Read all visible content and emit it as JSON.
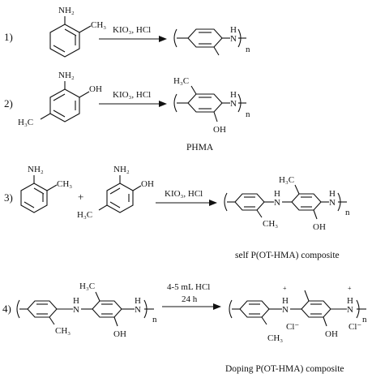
{
  "reactions": [
    {
      "number": "1)",
      "conditions": "KIO₃, HCl",
      "reactant_a": {
        "nh2": "NH₂",
        "ch3": "CH₃"
      },
      "product": {
        "nh": "H",
        "n": "n"
      }
    },
    {
      "number": "2)",
      "conditions": "KIO₃, HCl",
      "reactant_a": {
        "nh2": "NH₂",
        "oh": "OH",
        "h3c": "H₃C"
      },
      "product": {
        "h3c": "H₃C",
        "nh": "H",
        "oh": "OH",
        "n": "n",
        "caption": "PHMA"
      }
    },
    {
      "number": "3)",
      "conditions": "KIO₃, HCl",
      "plus": "+",
      "reactant_a": {
        "nh2": "NH₂",
        "ch3": "CH₃"
      },
      "reactant_b": {
        "nh2": "NH₂",
        "oh": "OH",
        "h3c": "H₃C"
      },
      "product": {
        "nh_mid": "H",
        "h3c": "H₃C",
        "nh": "H",
        "oh": "OH",
        "ch3": "CH₃",
        "n": "n",
        "caption": "self P(OT-HMA) composite"
      }
    },
    {
      "number": "4)",
      "conditions": "4-5 mL HCl",
      "conditions_2": "24 h",
      "reactant_a": {
        "nh_mid": "H",
        "h3c": "H₃C",
        "nh": "H",
        "oh": "OH",
        "ch3": "CH₃",
        "n": "n"
      },
      "product": {
        "nh_mid": "H",
        "nh": "H",
        "oh": "OH",
        "ch3": "CH₃",
        "n": "n",
        "plus_charge": "+",
        "cl_1": "Cl⁻",
        "cl_2": "Cl⁻",
        "caption": "Doping P(OT-HMA) composite"
      }
    }
  ]
}
